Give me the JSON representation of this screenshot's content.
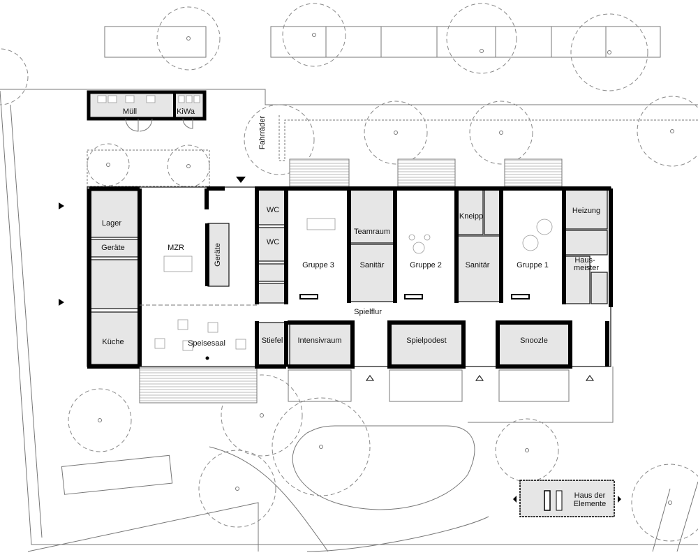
{
  "title": "Kita Grundriss Erdgeschoss",
  "outbuilding": {
    "muell": "Müll",
    "kiwa": "KiWa"
  },
  "site": {
    "fahrraeder": "Fahrräder"
  },
  "rooms": {
    "lager": "Lager",
    "geraete_left": "Geräte",
    "kueche": "Küche",
    "mzr": "MZR",
    "geraete_mzr": "Geräte",
    "speisesaal": "Speisesaal",
    "wc1": "WC",
    "wc2": "WC",
    "stiefel": "Stiefel",
    "gruppe3": "Gruppe 3",
    "teamraum": "Teamraum",
    "sanitaer1": "Sanitär",
    "gruppe2": "Gruppe 2",
    "kneipp": "Kneipp",
    "sanitaer2": "Sanitär",
    "gruppe1": "Gruppe 1",
    "heizung": "Heizung",
    "hausmeister_1": "Haus-",
    "hausmeister_2": "meister",
    "spielflur": "Spielflur",
    "intensivraum": "Intensivraum",
    "spielpodest": "Spielpodest",
    "snoozle": "Snoozle"
  },
  "haus_der_elemente": {
    "line1": "Haus der",
    "line2": "Elemente"
  }
}
